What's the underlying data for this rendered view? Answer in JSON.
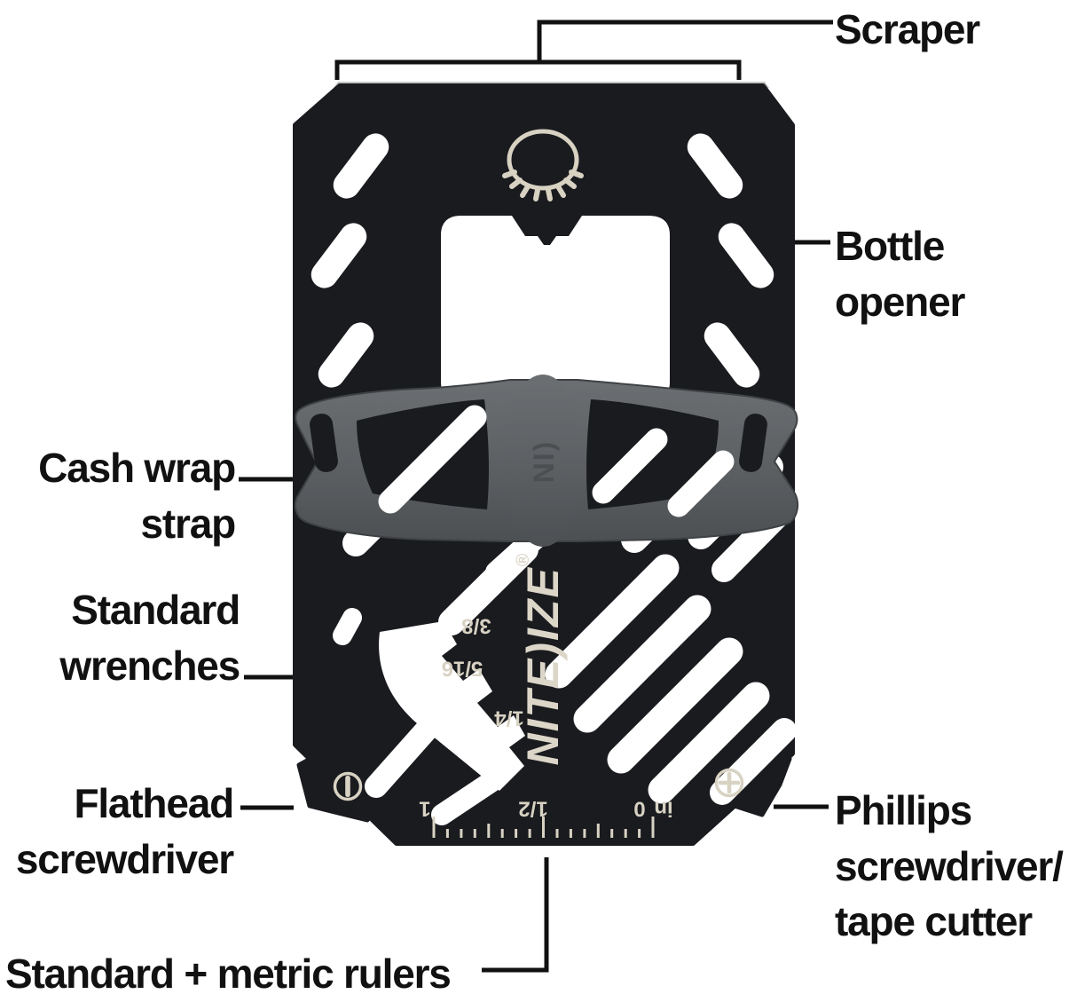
{
  "product": {
    "brand_logo": "NITE)IZE",
    "brand_registered_mark": "®",
    "strap_hub_logo": "NI)",
    "wrench_sizes": [
      "3/8",
      "5/16",
      "1/4"
    ],
    "ruler_labels": {
      "one": "1",
      "half": "1/2",
      "zero": "0",
      "unit": "in"
    },
    "icons": [
      "bottle-cap-icon",
      "flathead-slot-icon",
      "phillips-cross-icon"
    ]
  },
  "callouts": {
    "scraper": {
      "label": "Scraper"
    },
    "bottle_opener": {
      "label": "Bottle\nopener"
    },
    "cash_wrap_strap": {
      "label": "Cash wrap\nstrap"
    },
    "standard_wrenches": {
      "label": "Standard\nwrenches"
    },
    "flathead_screwdriver": {
      "label": "Flathead\nscrewdriver"
    },
    "phillips_screwdriver": {
      "label": "Phillips\nscrewdriver/\ntape cutter"
    },
    "rulers": {
      "label": "Standard + metric rulers"
    }
  },
  "colors": {
    "background": "#ffffff",
    "card_black": "#1a1b1f",
    "engraving_bone": "#d8d2c3",
    "strap_gray": "#5d6164",
    "strap_shadow": "#45484b",
    "bevel_silver": "#c6c6c3",
    "label_text": "#111111",
    "leader_line": "#111111"
  }
}
